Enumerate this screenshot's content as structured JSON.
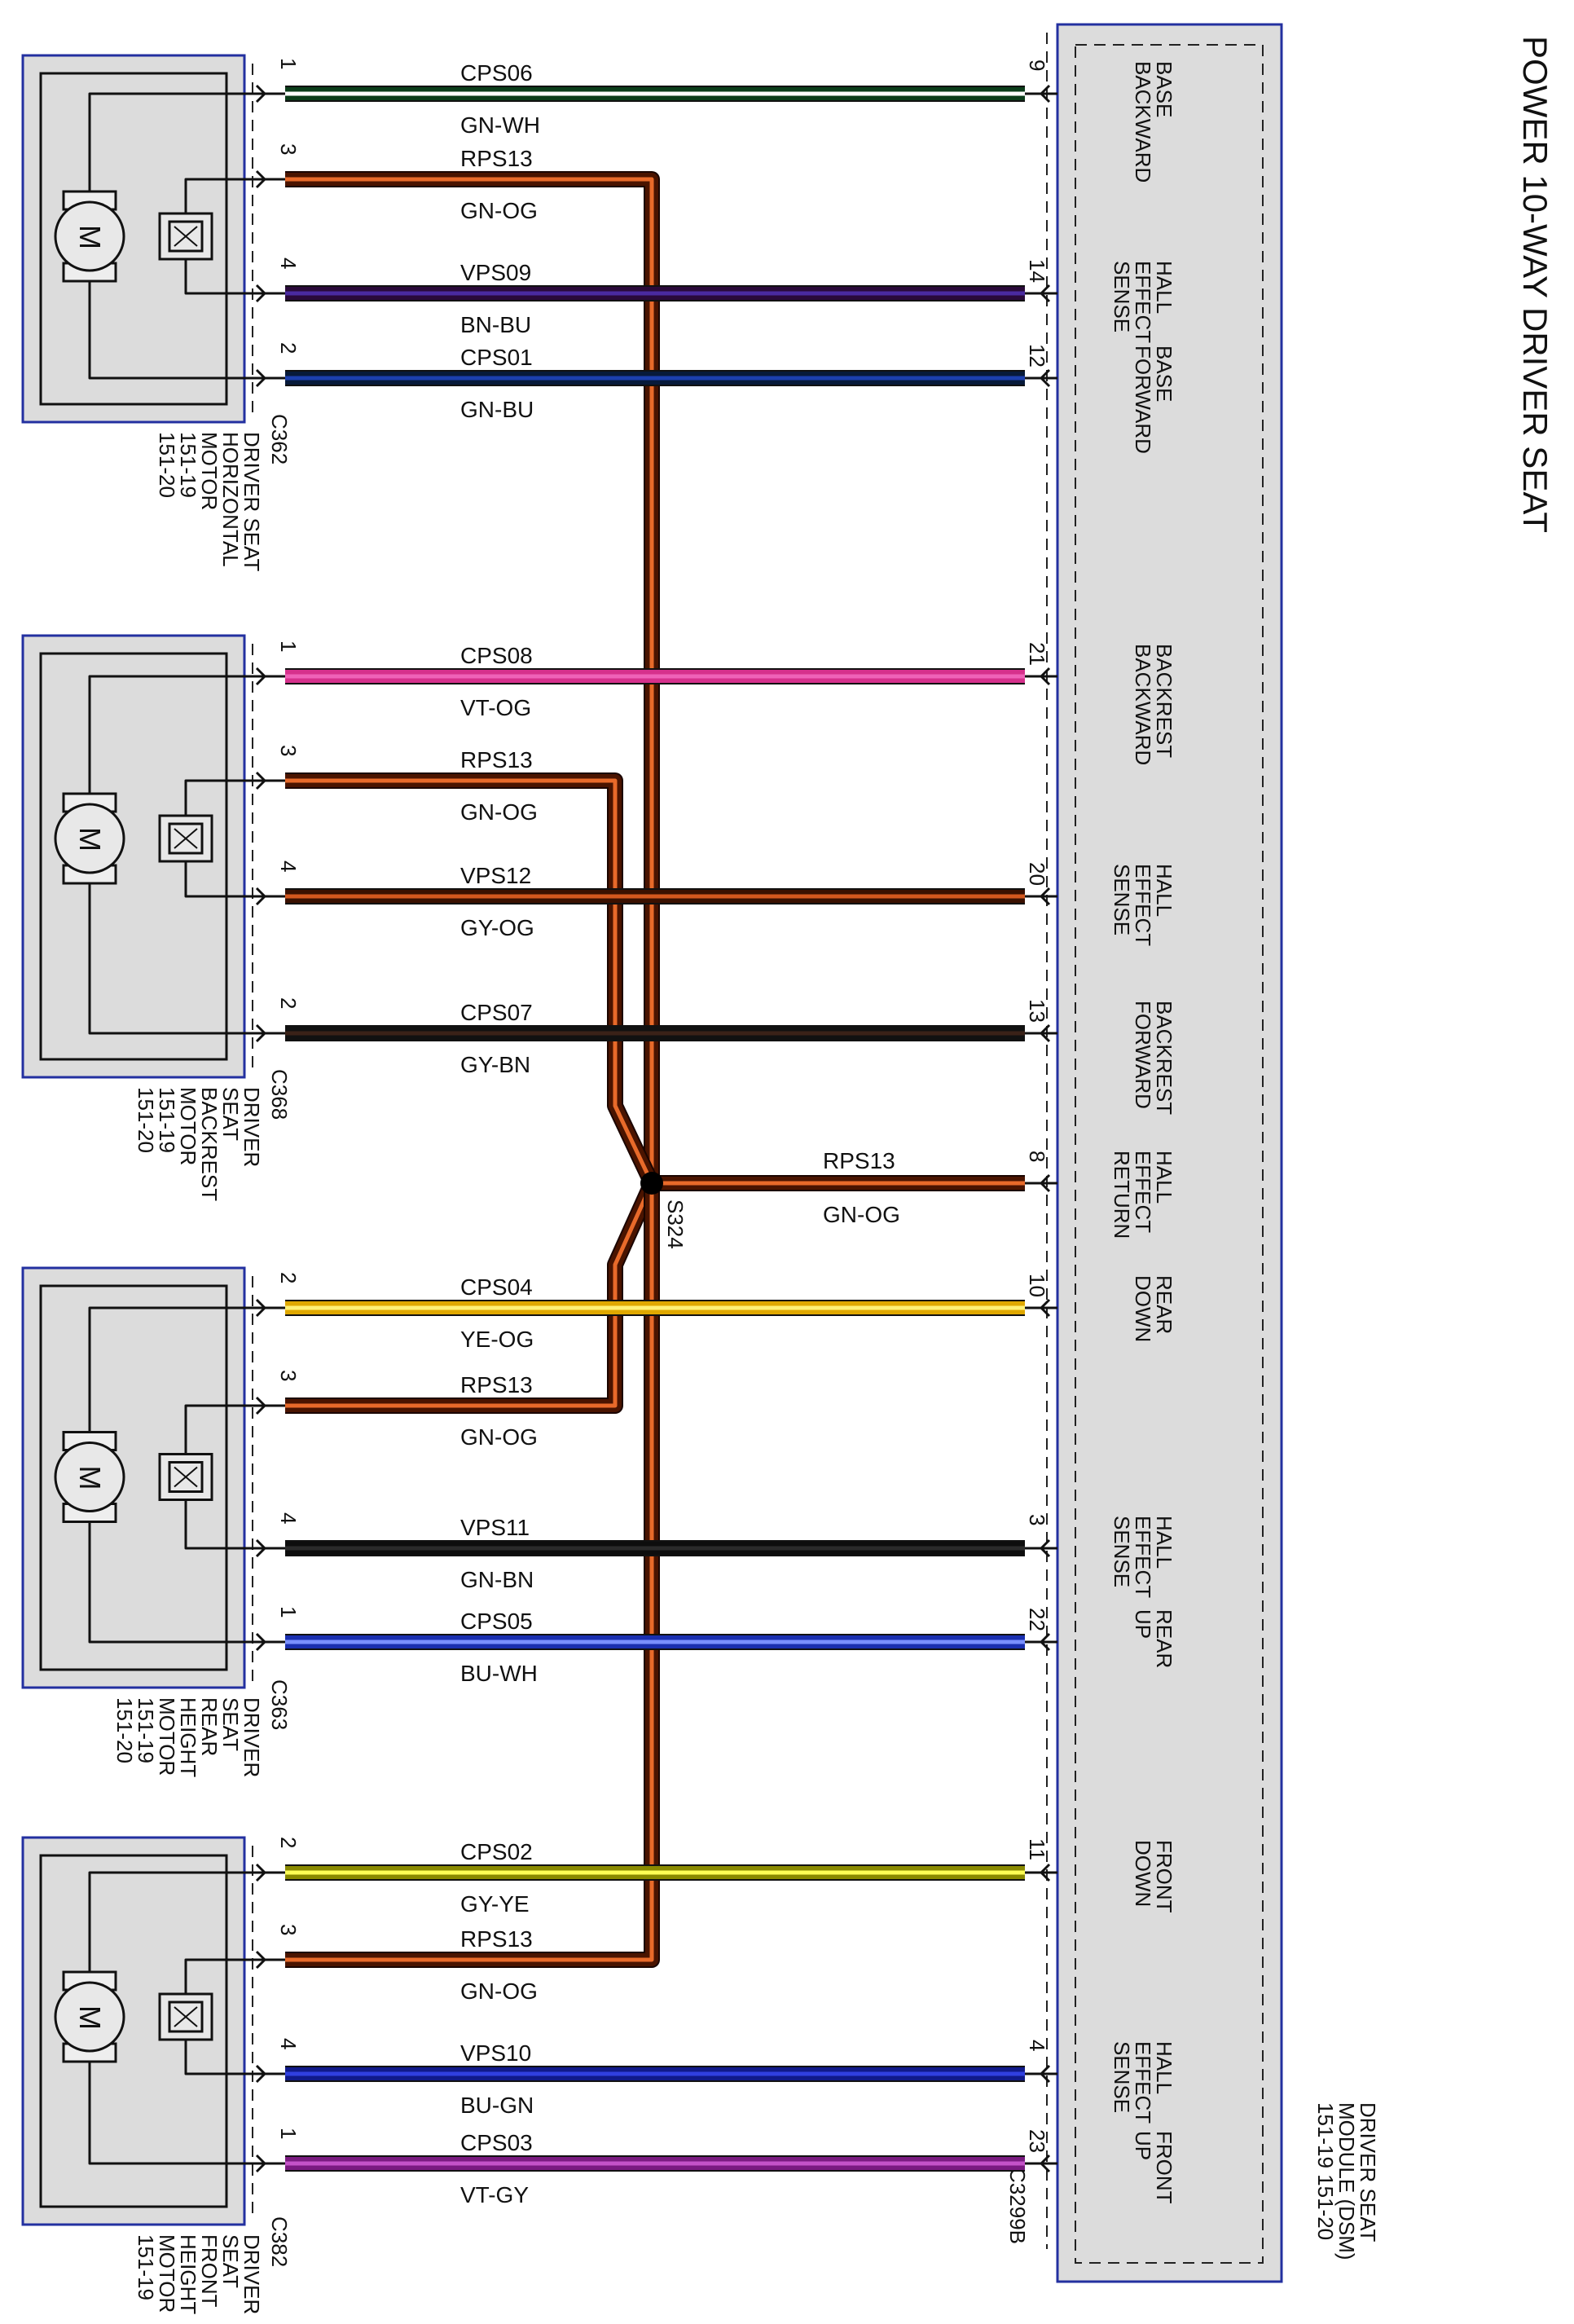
{
  "title": "POWER 10-WAY DRIVER SEAT",
  "module": {
    "name_lines": [
      "DRIVER SEAT",
      "MODULE (DSM)",
      "151-19    151-20"
    ],
    "connector": "C3299B"
  },
  "splice": {
    "label": "S324"
  },
  "return_wire": {
    "pin": "8",
    "circuit": "RPS13",
    "color_code": "GN-OG",
    "function_lines": [
      "HALL",
      "EFFECT",
      "RETURN"
    ],
    "colors": [
      "#4a1400",
      "#e86a2a"
    ]
  },
  "motors": [
    {
      "connector": "C362",
      "name_lines": [
        "DRIVER SEAT",
        "HORIZONTAL",
        "MOTOR",
        "151-19",
        "151-20"
      ],
      "wires": [
        {
          "pin": "1",
          "circuit": "CPS06",
          "color_code": "GN-WH",
          "module_pin": "9",
          "function_lines": [
            "BASE",
            "BACKWARD"
          ],
          "colors": [
            "#0b3d1a",
            "#ffffff"
          ]
        },
        {
          "pin": "3",
          "circuit": "RPS13",
          "color_code": "GN-OG",
          "module_pin": "",
          "function_lines": [],
          "colors": [
            "#4a1400",
            "#e86a2a"
          ]
        },
        {
          "pin": "4",
          "circuit": "VPS09",
          "color_code": "BN-BU",
          "module_pin": "14",
          "function_lines": [
            "HALL",
            "EFFECT",
            "SENSE"
          ],
          "colors": [
            "#2a0a3a",
            "#4a2aa0"
          ]
        },
        {
          "pin": "2",
          "circuit": "CPS01",
          "color_code": "GN-BU",
          "module_pin": "12",
          "function_lines": [
            "BASE",
            "FORWARD"
          ],
          "colors": [
            "#071a3a",
            "#1b3fae"
          ]
        }
      ]
    },
    {
      "connector": "C368",
      "name_lines": [
        "DRIVER",
        "SEAT",
        "BACKREST",
        "MOTOR",
        "151-19",
        "151-20"
      ],
      "wires": [
        {
          "pin": "1",
          "circuit": "CPS08",
          "color_code": "VT-OG",
          "module_pin": "21",
          "function_lines": [
            "BACKREST",
            "BACKWARD"
          ],
          "colors": [
            "#d6308c",
            "#ef62b8"
          ]
        },
        {
          "pin": "3",
          "circuit": "RPS13",
          "color_code": "GN-OG",
          "module_pin": "",
          "function_lines": [],
          "colors": [
            "#4a1400",
            "#e86a2a"
          ]
        },
        {
          "pin": "4",
          "circuit": "VPS12",
          "color_code": "GY-OG",
          "module_pin": "20",
          "function_lines": [
            "HALL",
            "EFFECT",
            "SENSE"
          ],
          "colors": [
            "#3a1000",
            "#d2571e"
          ]
        },
        {
          "pin": "2",
          "circuit": "CPS07",
          "color_code": "GY-BN",
          "module_pin": "13",
          "function_lines": [
            "BACKREST",
            "FORWARD"
          ],
          "colors": [
            "#111111",
            "#3a2218"
          ]
        }
      ]
    },
    {
      "connector": "C363",
      "name_lines": [
        "DRIVER",
        "SEAT",
        "REAR",
        "HEIGHT",
        "MOTOR",
        "151-19",
        "151-20"
      ],
      "wires": [
        {
          "pin": "2",
          "circuit": "CPS04",
          "color_code": "YE-OG",
          "module_pin": "10",
          "function_lines": [
            "REAR",
            "DOWN"
          ],
          "colors": [
            "#e0a800",
            "#fff176"
          ]
        },
        {
          "pin": "3",
          "circuit": "RPS13",
          "color_code": "GN-OG",
          "module_pin": "",
          "function_lines": [],
          "colors": [
            "#4a1400",
            "#e86a2a"
          ]
        },
        {
          "pin": "4",
          "circuit": "VPS11",
          "color_code": "GN-BN",
          "module_pin": "3",
          "function_lines": [
            "HALL",
            "EFFECT",
            "SENSE"
          ],
          "colors": [
            "#0d0d0d",
            "#2a2a2a"
          ]
        },
        {
          "pin": "1",
          "circuit": "CPS05",
          "color_code": "BU-WH",
          "module_pin": "22",
          "function_lines": [
            "REAR",
            "UP"
          ],
          "colors": [
            "#1a2fb0",
            "#7a90ff"
          ]
        }
      ]
    },
    {
      "connector": "C382",
      "name_lines": [
        "DRIVER",
        "SEAT",
        "FRONT",
        "HEIGHT",
        "MOTOR",
        "151-19"
      ],
      "wires": [
        {
          "pin": "2",
          "circuit": "CPS02",
          "color_code": "GY-YE",
          "module_pin": "11",
          "function_lines": [
            "FRONT",
            "DOWN"
          ],
          "colors": [
            "#8a8a00",
            "#ffff55"
          ]
        },
        {
          "pin": "3",
          "circuit": "RPS13",
          "color_code": "GN-OG",
          "module_pin": "",
          "function_lines": [],
          "colors": [
            "#4a1400",
            "#e86a2a"
          ]
        },
        {
          "pin": "4",
          "circuit": "VPS10",
          "color_code": "BU-GN",
          "module_pin": "4",
          "function_lines": [
            "HALL",
            "EFFECT",
            "SENSE"
          ],
          "colors": [
            "#101a8a",
            "#3040e0"
          ]
        },
        {
          "pin": "1",
          "circuit": "CPS03",
          "color_code": "VT-GY",
          "module_pin": "23",
          "function_lines": [
            "FRONT",
            "UP"
          ],
          "colors": [
            "#7a1a80",
            "#c452c8"
          ]
        }
      ]
    }
  ]
}
